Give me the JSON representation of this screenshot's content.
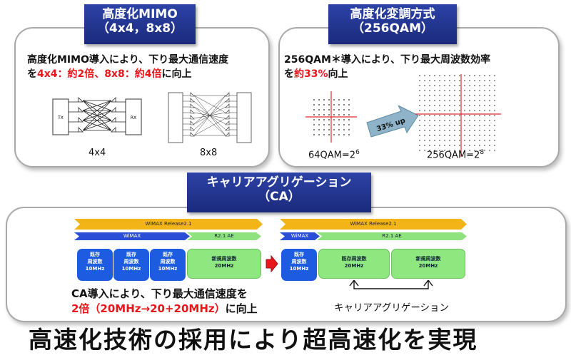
{
  "mimo": {
    "title_line1": "高度化MIMO",
    "title_line2": "（4x4，8x8）",
    "desc_line1": "高度化MIMO導入により、下り最大通信速度",
    "desc_prefix": "を",
    "desc_highlight": "4x4：約2倍、8x8：約4倍",
    "desc_suffix": "に向上",
    "label_4x4": "4x4",
    "label_8x8": "8x8",
    "tx_label": "TX",
    "rx_label": "RX"
  },
  "modulation": {
    "title_line1": "高度化変調方式",
    "title_line2": "（256QAM）",
    "desc_line1": "256QAM＊導入により、下り最大周波数効率",
    "desc_prefix": "を",
    "desc_highlight": "約33%",
    "desc_suffix": "向上",
    "arrow_label": "33% up",
    "label_64_base": "64QAM=2",
    "label_64_exp": "6",
    "label_256_base": "256QAM=2",
    "label_256_exp": "8"
  },
  "ca": {
    "title_line1": "キャリアアグリゲーション",
    "title_line2": "（CA）",
    "release_label": "WiMAX Release2.1",
    "wimax_label": "WiMAX",
    "r21ae_label": "R2.1 AE",
    "existing_block": [
      "既存",
      "周波数",
      "10MHz"
    ],
    "new_block": [
      "新規周波数",
      "20MHz"
    ],
    "existing_20_block": [
      "既存周波数",
      "20MHz"
    ],
    "desc_line1": "CA導入により、下り最大通信速度を",
    "desc_highlight": "2倍（20MHz→20+20MHz）",
    "desc_suffix": "に向上",
    "aggregation_label": "キャリアアグリゲーション"
  },
  "footer": {
    "slogan": "高速化技術の採用により超高速化を実現"
  },
  "colors": {
    "title_badge": "#1b2a7c",
    "highlight_red": "#e8161b",
    "release_bar": "#f3b418",
    "wimax_bar": "#2a4fd6",
    "r21ae_bar": "#8fe37f",
    "existing_block": "#1d5be0",
    "new_block": "#8ee87f",
    "axis": "#e12a2a",
    "up_arrow": "#8fb3c8"
  }
}
